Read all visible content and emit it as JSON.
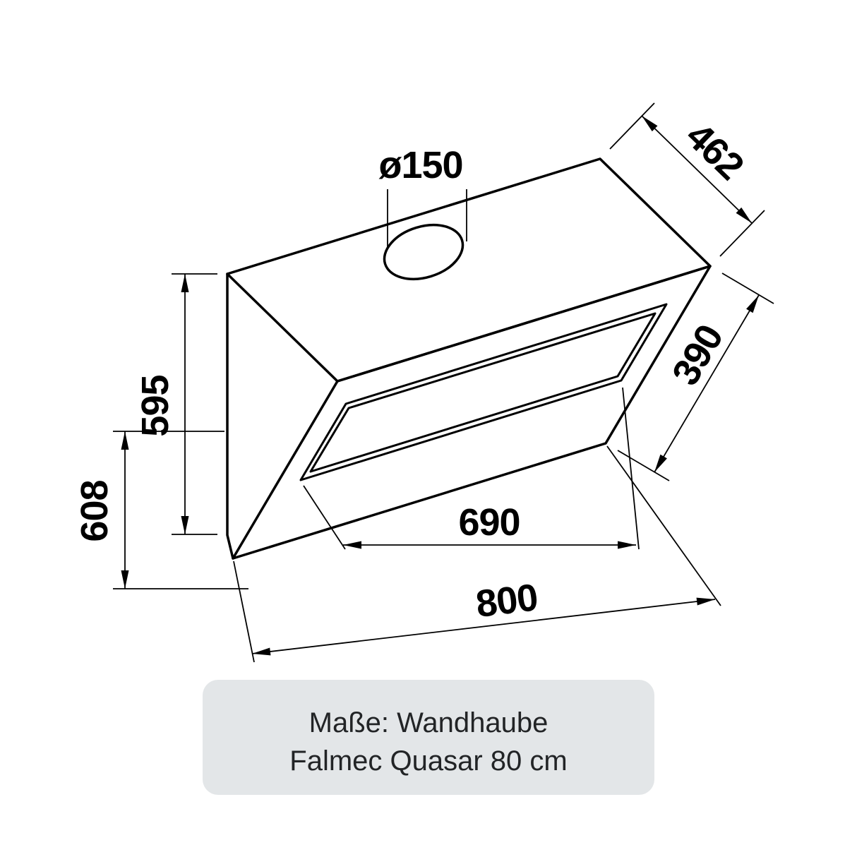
{
  "drawing": {
    "dimensions": {
      "duct_diameter": "ø150",
      "depth": "462",
      "back_height": "595",
      "total_height": "608",
      "panel_side": "390",
      "inner_width": "690",
      "total_width": "800"
    }
  },
  "caption": {
    "line1": "Maße: Wandhaube",
    "line2": "Falmec Quasar 80 cm"
  },
  "colors": {
    "line": "#000000",
    "caption_background": "#e3e6e8",
    "caption_text": "#222426",
    "page_background": "#ffffff"
  }
}
